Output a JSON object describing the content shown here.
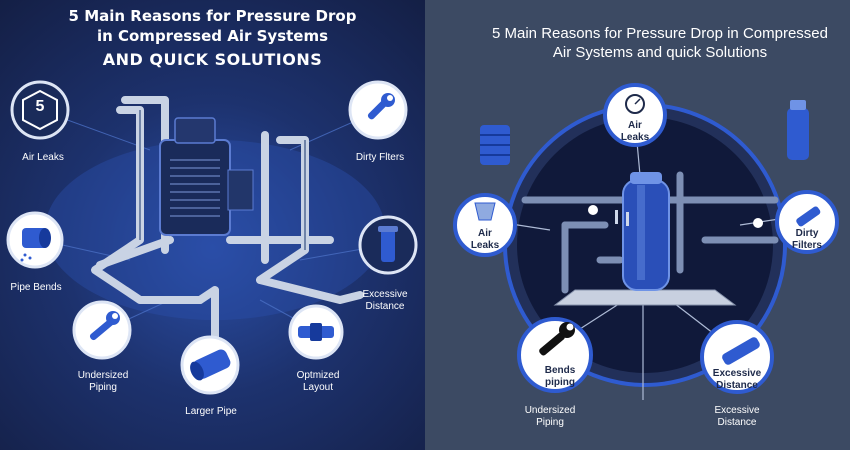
{
  "left": {
    "title_line1": "5 Main Reasons for Pressure Drop",
    "title_line2": "in Compressed Air Systems",
    "title_line3": "AND QUICK SOLUTIONS",
    "badge_number": "5",
    "labels": {
      "air_leaks": "Air  Leaks",
      "dirty_filters": "Dirty Flters",
      "pipe_bends": "Pipe Bends",
      "excessive_distance_1": "Excessive",
      "excessive_distance_2": "Distance",
      "undersized_1": "Undersized",
      "undersized_2": "Piping",
      "optimized_1": "Optmized",
      "optimized_2": "Layout",
      "larger_pipe": "Larger Pipe"
    }
  },
  "right": {
    "title_line1": "5 Main Reasons for  Pressure Drop  in Compressed",
    "title_line2": "Air Systems  and quick Solutions",
    "labels": {
      "air_leaks_top_1": "Air",
      "air_leaks_top_2": "Leaks",
      "air_leaks_left_1": "Air",
      "air_leaks_left_2": "Leaks",
      "dirty_filters_1": "Dirty",
      "dirty_filters_2": "Filters",
      "bends_piping_1": "Bends",
      "bends_piping_2": "piping",
      "excessive_1": "Excessive",
      "excessive_2": "Distance",
      "undersized_1": "Undersized",
      "undersized_2": "Piping",
      "excessive_distance_1": "Excessive",
      "excessive_distance_2": "Distance"
    }
  },
  "colors": {
    "left_bg": "#1d326e",
    "right_bg": "#3c4a63",
    "accent_blue": "#2f5bd0",
    "pipe": "#c9d3e4",
    "dark_navy": "#121a33"
  }
}
